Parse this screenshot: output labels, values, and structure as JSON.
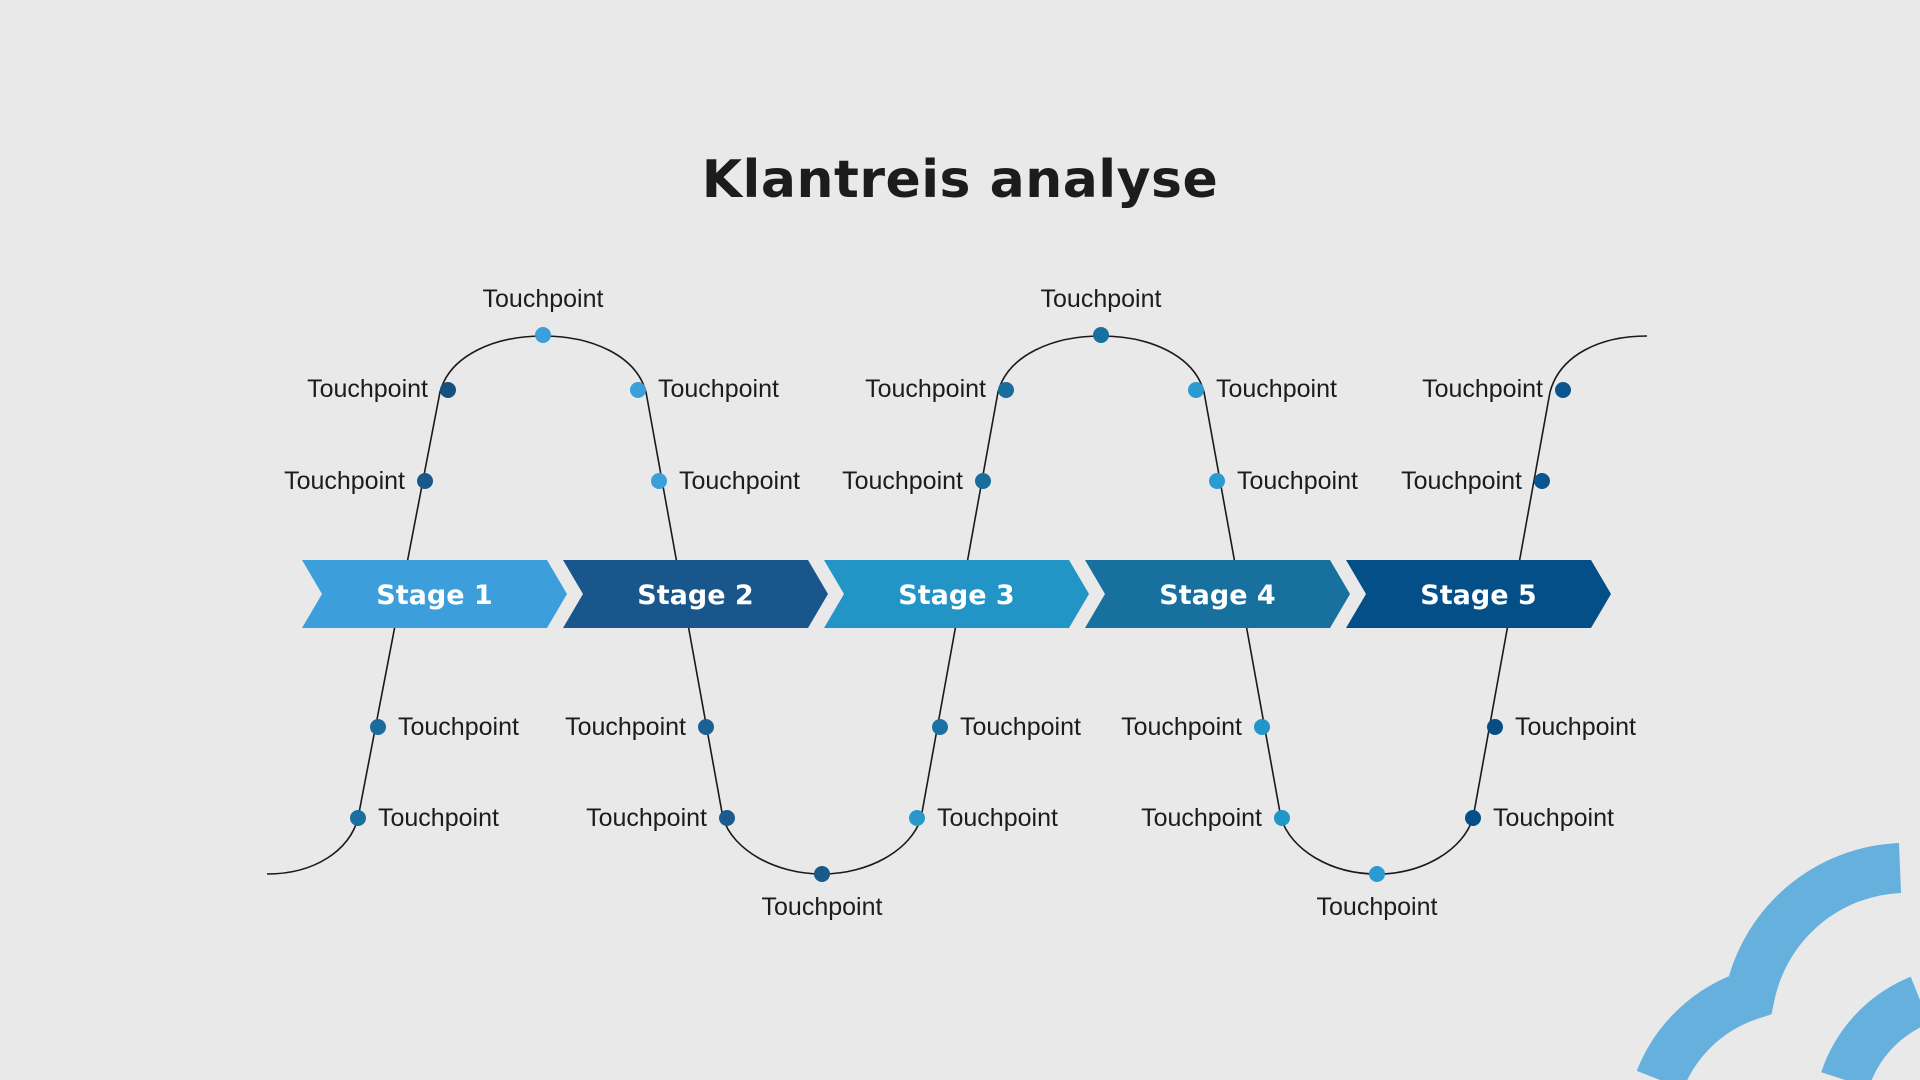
{
  "title": "Klantreis analyse",
  "colors": {
    "background": "#e9e9e9",
    "text": "#1c1c1c",
    "curve": "#1a1a1a",
    "decoration": "#66b0de"
  },
  "stages": [
    {
      "label": "Stage 1",
      "color": "#3c9fdb"
    },
    {
      "label": "Stage 2",
      "color": "#19568c"
    },
    {
      "label": "Stage 3",
      "color": "#2294c6"
    },
    {
      "label": "Stage 4",
      "color": "#17709e"
    },
    {
      "label": "Stage 5",
      "color": "#044f88"
    }
  ],
  "touchpoints": [
    {
      "label": "Touchpoint",
      "color": "#1a6ea0"
    },
    {
      "label": "Touchpoint",
      "color": "#1d6a9c"
    },
    {
      "label": "Touchpoint",
      "color": "#1a578c"
    },
    {
      "label": "Touchpoint",
      "color": "#155080"
    },
    {
      "label": "Touchpoint",
      "color": "#3a9fdb"
    },
    {
      "label": "Touchpoint",
      "color": "#3a9fdb"
    },
    {
      "label": "Touchpoint",
      "color": "#3a9fdb"
    },
    {
      "label": "Touchpoint",
      "color": "#1d6094"
    },
    {
      "label": "Touchpoint",
      "color": "#1d5a8e"
    },
    {
      "label": "Touchpoint",
      "color": "#1a5a8a"
    },
    {
      "label": "Touchpoint",
      "color": "#2996cc"
    },
    {
      "label": "Touchpoint",
      "color": "#1a72a4"
    },
    {
      "label": "Touchpoint",
      "color": "#1a6c9c"
    },
    {
      "label": "Touchpoint",
      "color": "#1a6c9c"
    },
    {
      "label": "Touchpoint",
      "color": "#17709e"
    },
    {
      "label": "Touchpoint",
      "color": "#2b9ad2"
    },
    {
      "label": "Touchpoint",
      "color": "#2b9ad2"
    },
    {
      "label": "Touchpoint",
      "color": "#2196c8"
    },
    {
      "label": "Touchpoint",
      "color": "#2196c8"
    },
    {
      "label": "Touchpoint",
      "color": "#2b9ad2"
    },
    {
      "label": "Touchpoint",
      "color": "#044f88"
    },
    {
      "label": "Touchpoint",
      "color": "#064d86"
    },
    {
      "label": "Touchpoint",
      "color": "#0a5590"
    },
    {
      "label": "Touchpoint",
      "color": "#0a5590"
    }
  ]
}
